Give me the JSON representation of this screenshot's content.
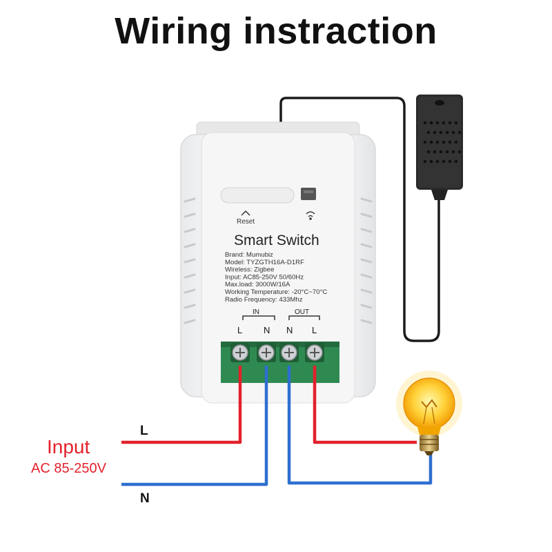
{
  "title": "Wiring instraction",
  "device": {
    "reset_label": "Reset",
    "name": "Smart Switch",
    "specs": [
      "Brand: Mumubiz",
      "Model: TYZGTH16A-D1RF",
      "Wireless: Zigbee",
      "Input: AC85-250V 50/60Hz",
      "Max.load: 3000W/16A",
      "Working Temperature: -20°C~70°C",
      "Radio Frequency: 433Mhz"
    ],
    "in_label": "IN",
    "out_label": "OUT",
    "terminals": [
      "L",
      "N",
      "N",
      "L"
    ]
  },
  "wires": {
    "l_label": "L",
    "n_label": "N",
    "live_color": "#e3212b",
    "neutral_color": "#2d6fd0"
  },
  "input": {
    "label": "Input",
    "range": "AC 85-250V"
  },
  "icons": {
    "sensor": "temperature-humidity-sensor-icon",
    "bulb": "light-bulb-icon",
    "wifi": "wifi-signal-icon"
  }
}
